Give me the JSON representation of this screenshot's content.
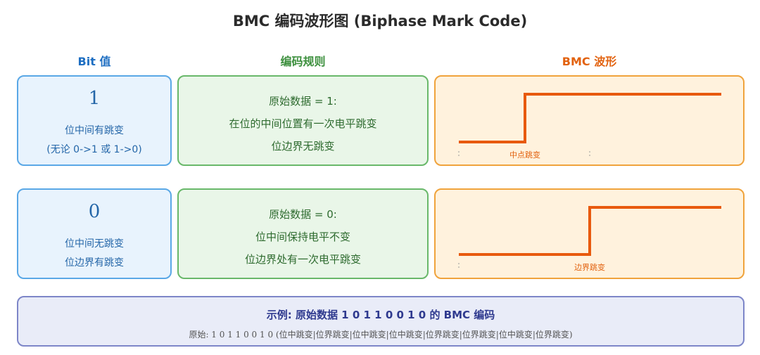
{
  "title": "BMC 编码波形图 (Biphase Mark Code)",
  "headers": {
    "bit": "Bit 值",
    "rule": "编码规则",
    "wave": "BMC 波形"
  },
  "colors": {
    "bit_header": "#1f6fc2",
    "rule_header": "#3c8f3d",
    "wave_header": "#e2620f",
    "waveform": "#e85a0e"
  },
  "rows": [
    {
      "bit": "1",
      "bit_desc": [
        "位中间有跳变",
        "(无论 0->1 或 1->0)"
      ],
      "rule": [
        "原始数据 = 1:",
        "在位的中间位置有一次电平跳变",
        "位边界无跳变"
      ],
      "wave_label": "中点跳变"
    },
    {
      "bit": "0",
      "bit_desc": [
        "位中间无跳变",
        "位边界有跳变"
      ],
      "rule": [
        "原始数据 = 0:",
        "位中间保持电平不变",
        "位边界处有一次电平跳变"
      ],
      "wave_label": "边界跳变"
    }
  ],
  "example": {
    "title": "示例: 原始数据 1 0 1 1 0 0 1 0 的 BMC 编码",
    "text": "原始: 1 0 1 1 0 0 1 0 (位中跳变|位界跳变|位中跳变|位中跳变|位界跳变|位界跳变|位中跳变|位界跳变)"
  }
}
